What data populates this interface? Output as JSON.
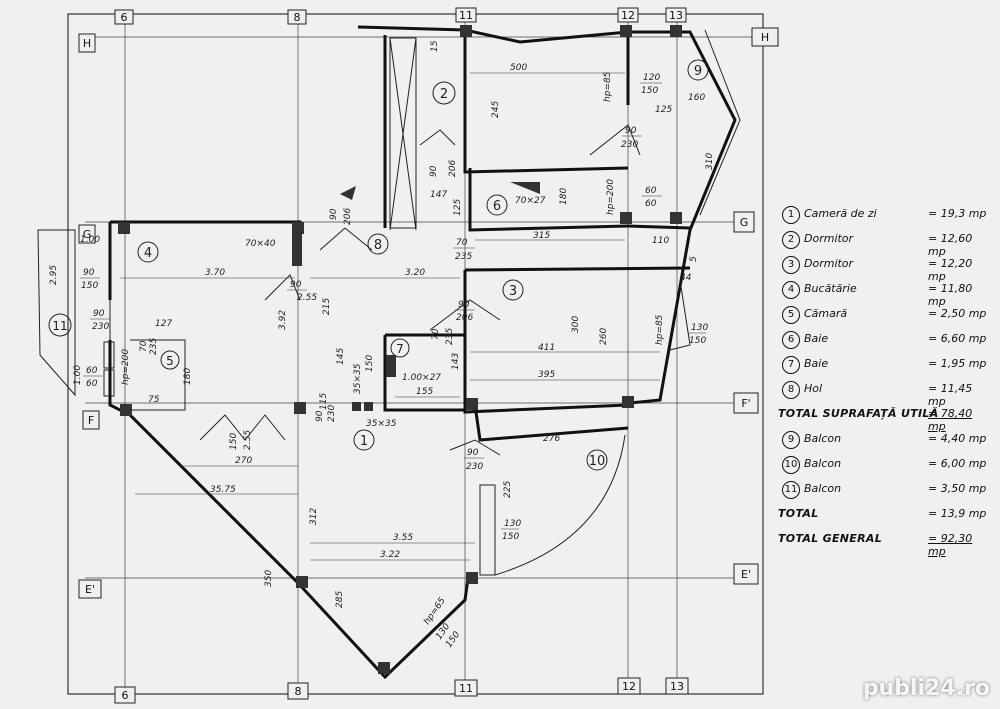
{
  "axes": {
    "v6": "6",
    "v8": "8",
    "v11": "11",
    "v12": "12",
    "v13": "13",
    "hH": "H",
    "hG": "G",
    "hF": "F",
    "hFp": "F'",
    "hEp": "E'"
  },
  "rooms": {
    "r1": "1",
    "r2": "2",
    "r3": "3",
    "r4": "4",
    "r5": "5",
    "r6": "6",
    "r7": "7",
    "r8": "8",
    "r9": "9",
    "r10": "10",
    "r11": "11"
  },
  "dims": {
    "d500": "500",
    "d245": "245",
    "d15": "15",
    "hp85": "hp=85",
    "d120": "120",
    "d150": "150",
    "d160": "160",
    "d125": "125",
    "d90": "90",
    "d230": "230",
    "d310": "310",
    "d206": "206",
    "d147": "147",
    "d70x27": "70×27",
    "d180": "180",
    "hp200": "hp=200",
    "d60": "60",
    "d315": "315",
    "d110": "110",
    "d5": "5",
    "d44": "44",
    "d70x40": "70×40",
    "d70": "70",
    "d235": "235",
    "d100": "1.00",
    "d295": "2.95",
    "d370": "3.70",
    "d320": "3.20",
    "d255": "2.55",
    "d215": "215",
    "d392": "3.92",
    "d300": "300",
    "d260": "260",
    "d130": "130",
    "d411": "411",
    "d395": "395",
    "d127": "127",
    "d75": "75",
    "d145": "145",
    "d35x35": "35×35",
    "d115": "115",
    "d100x27": "1.00×27",
    "d155": "155",
    "d143": "143",
    "d270": "270",
    "d357": "35.75",
    "d276": "276",
    "d225": "225",
    "d312": "312",
    "d355": "3.55",
    "d322": "3.22",
    "d350": "350",
    "d285": "285",
    "hp65": "hp=65"
  },
  "legend": [
    {
      "num": "1",
      "name": "Cameră de zi",
      "area": "= 19,3 mp"
    },
    {
      "num": "2",
      "name": "Dormitor",
      "area": "= 12,60 mp"
    },
    {
      "num": "3",
      "name": "Dormitor",
      "area": "= 12,20 mp"
    },
    {
      "num": "4",
      "name": "Bucătărie",
      "area": "= 11,80 mp"
    },
    {
      "num": "5",
      "name": "Cămară",
      "area": "= 2,50 mp"
    },
    {
      "num": "6",
      "name": "Baie",
      "area": "= 6,60 mp"
    },
    {
      "num": "7",
      "name": "Baie",
      "area": "= 1,95 mp"
    },
    {
      "num": "8",
      "name": "Hol",
      "area": "= 11,45 mp"
    }
  ],
  "balconies": [
    {
      "num": "9",
      "name": "Balcon",
      "area": "= 4,40 mp"
    },
    {
      "num": "10",
      "name": "Balcon",
      "area": "= 6,00 mp"
    },
    {
      "num": "11",
      "name": "Balcon",
      "area": "= 3,50 mp"
    }
  ],
  "totals": {
    "usable_label": "Total suprafață utilă",
    "usable_value": "= 78,40 mp",
    "total_label": "Total",
    "total_value": "= 13,9 mp",
    "general_label": "Total general",
    "general_value": "= 92,30 mp"
  },
  "watermark": "publi24.ro"
}
